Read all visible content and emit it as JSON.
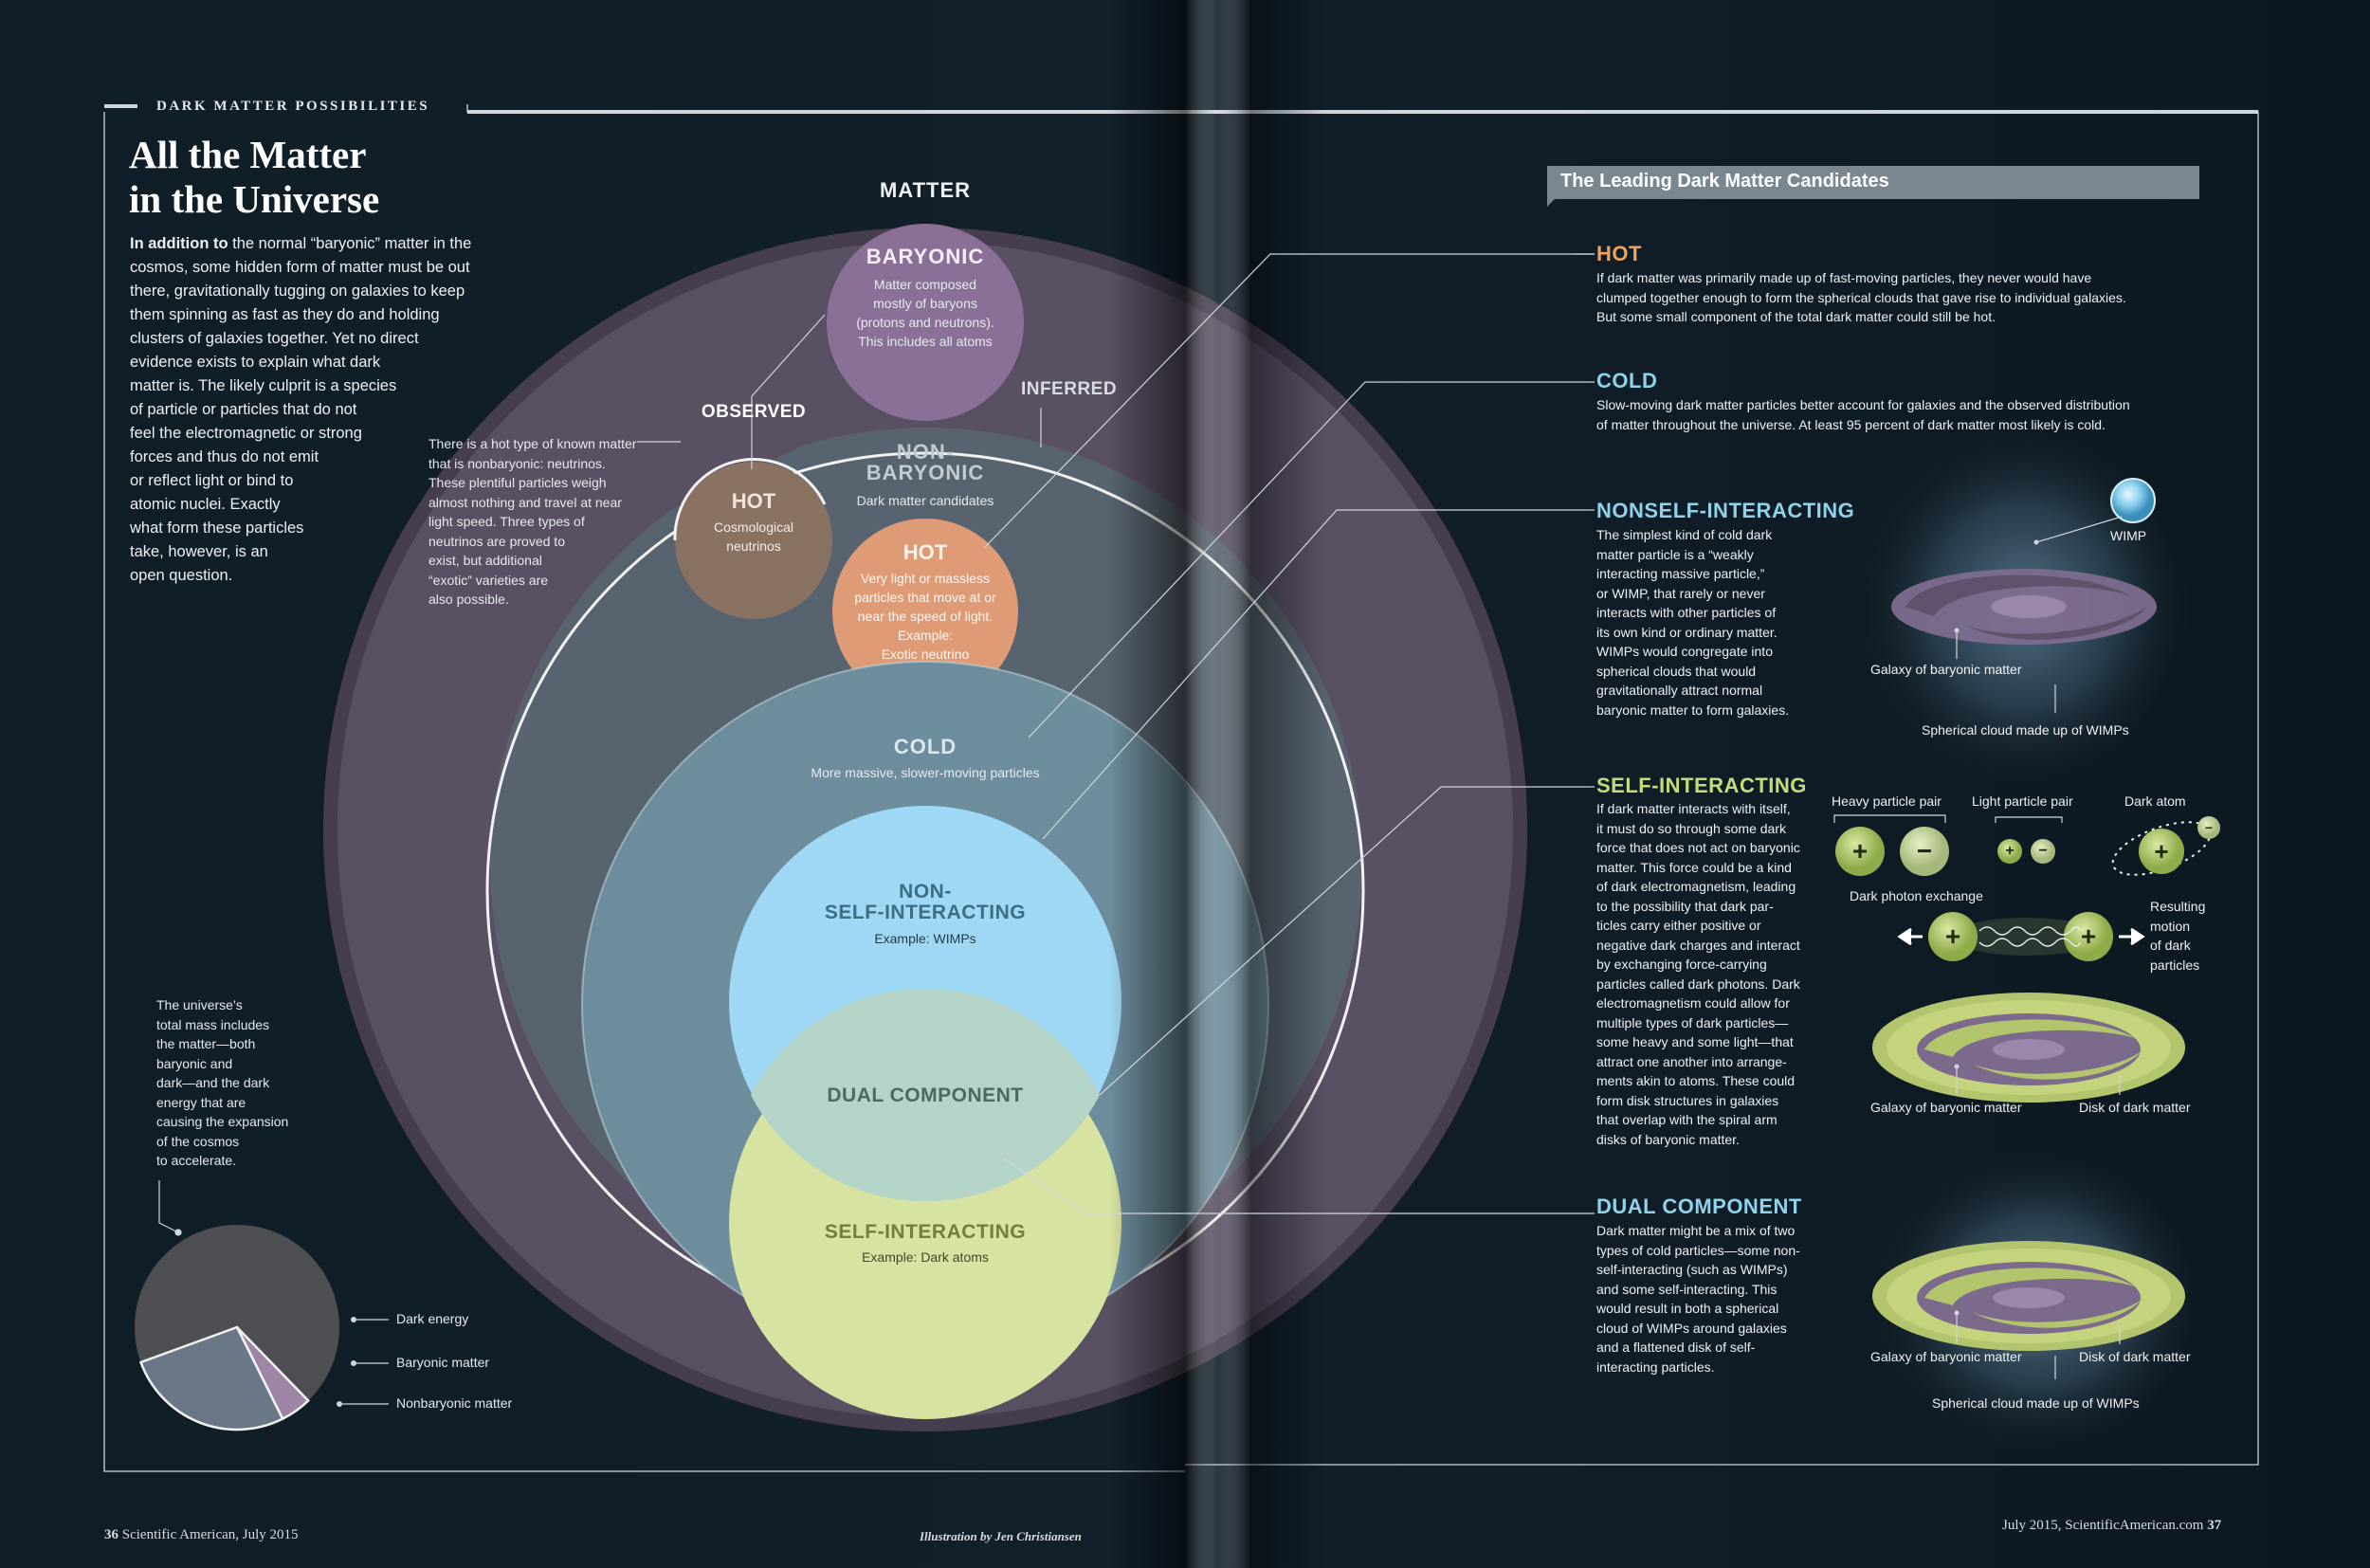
{
  "header": {
    "kicker": "DARK MATTER POSSIBILITIES",
    "title_line1": "All the Matter",
    "title_line2": "in the Universe"
  },
  "intro": {
    "lead": "In addition to",
    "lines": [
      "the normal “baryonic” matter in the",
      "cosmos, some hidden form of matter must be out",
      "there, gravitationally tugging on galaxies to keep",
      "them spinning as fast as they do and holding",
      "clusters of galaxies together. Yet no direct",
      "evidence exists to explain what dark",
      "matter is. The likely culprit is a species",
      "of particle or particles that do not",
      "feel the electromagnetic or strong",
      "forces and thus do not emit",
      "or reflect light or bind to",
      "atomic nuclei. Exactly",
      "what form these particles",
      "take, however, is an",
      "open question."
    ]
  },
  "venn": {
    "matter": "MATTER",
    "baryonic": {
      "title": "BARYONIC",
      "lines": [
        "Matter composed",
        "mostly of baryons",
        "(protons and neutrons).",
        "This includes all atoms"
      ]
    },
    "observed": "OBSERVED",
    "inferred": "INFERRED",
    "hot_known": {
      "title": "HOT",
      "lines": [
        "Cosmological",
        "neutrinos"
      ]
    },
    "neutrino_note": [
      "There is a hot type of known matter",
      "that is nonbaryonic: neutrinos.",
      "These plentiful particles weigh",
      "almost nothing and travel at near",
      "light speed. Three types of",
      "neutrinos are proved to",
      "exist, but additional",
      "“exotic” varieties are",
      "also possible."
    ],
    "nonbaryonic": {
      "line1": "NON-",
      "line2": "BARYONIC",
      "sub": "Dark matter candidates"
    },
    "hot_dm": {
      "title": "HOT",
      "lines": [
        "Very light or massless",
        "particles that move at or",
        "near the speed of light.",
        "Example:",
        "Exotic neutrino"
      ]
    },
    "cold": {
      "title": "COLD",
      "sub": "More massive, slower-moving particles"
    },
    "nonself": {
      "line1": "NON-",
      "line2": "SELF-INTERACTING",
      "sub": "Example: WIMPs"
    },
    "dual": "DUAL COMPONENT",
    "self": {
      "title": "SELF-INTERACTING",
      "sub": "Example: Dark atoms"
    }
  },
  "pie_note": [
    "The universe’s",
    "total mass includes",
    "the matter—both",
    "baryonic and",
    "dark—and the dark",
    "energy that are",
    "causing the expansion",
    "of the cosmos",
    "to accelerate."
  ],
  "chart_data": {
    "type": "pie",
    "slices": [
      {
        "name": "Dark energy",
        "value": 68.3
      },
      {
        "name": "Baryonic matter",
        "value": 4.9
      },
      {
        "name": "Nonbaryonic matter",
        "value": 26.8
      }
    ],
    "colors": [
      "#4d4f52",
      "#9d85a6",
      "#6a7786"
    ],
    "legend": "right"
  },
  "right_header": "The Leading Dark Matter Candidates",
  "candidates": {
    "hot": {
      "title": "HOT",
      "color": "#f0a35e",
      "lines": [
        "If dark matter was primarily made up of fast-moving particles, they never would have",
        "clumped together enough to form the spherical clouds that gave rise to individual galaxies.",
        "But some small component of the total dark matter could still be hot."
      ]
    },
    "cold": {
      "title": "COLD",
      "color": "#8ed3ea",
      "lines": [
        "Slow-moving dark matter particles better account for galaxies and the observed distribution",
        "of matter throughout the universe. At least 95 percent of dark matter most likely is cold."
      ]
    },
    "nonself": {
      "title": "NONSELF-INTERACTING",
      "color": "#8ed3ea",
      "lines": [
        "The simplest kind of cold dark",
        "matter particle is a “weakly",
        "interacting massive particle,”",
        "or WIMP, that rarely or never",
        "interacts with other particles of",
        "its own kind or ordinary matter.",
        "WIMPs would congregate into",
        "spherical clouds that would",
        "gravitationally attract normal",
        "baryonic matter to form galaxies."
      ]
    },
    "self": {
      "title": "SELF-INTERACTING",
      "color": "#c6db7b",
      "lines": [
        "If dark matter interacts with itself,",
        "it must do so through some dark",
        "force that does not act on baryonic",
        "matter. This force could be a kind",
        "of dark electromagnetism, leading",
        "to the possibility that dark par-",
        "ticles carry either positive or",
        "negative dark charges and interact",
        "by exchanging force-carrying",
        "particles called dark photons. Dark",
        "electromagnetism could allow for",
        "multiple types of dark particles—",
        "some heavy and some light—that",
        "attract one another into arrange-",
        "ments akin to atoms. These could",
        "form disk structures in galaxies",
        "that overlap with the spiral arm",
        "disks of baryonic matter."
      ]
    },
    "dual": {
      "title": "DUAL COMPONENT",
      "color": "#8ed3ea",
      "lines": [
        "Dark matter might be a mix of two",
        "types of cold particles—some non-",
        "self-interacting (such as WIMPs)",
        "and some self-interacting. This",
        "would result in both a spherical",
        "cloud of WIMPs around galaxies",
        "and a flattened disk of self-",
        "interacting particles."
      ]
    }
  },
  "illus": {
    "wimp": "WIMP",
    "galaxy_baryonic": "Galaxy of baryonic matter",
    "spherical_cloud": "Spherical cloud made up of WIMPs",
    "heavy_pair": "Heavy particle pair",
    "light_pair": "Light particle pair",
    "dark_atom": "Dark atom",
    "dark_photon": "Dark photon exchange",
    "resulting_lines": [
      "Resulting",
      "motion",
      "of dark",
      "particles"
    ],
    "disk_dark": "Disk of dark matter",
    "plus": "+",
    "minus": "−"
  },
  "footer": {
    "left_page": "36",
    "left_pub": "Scientific American, July 2015",
    "credit": "Illustration by Jen Christiansen",
    "right_pub": "July 2015, ScientificAmerican.com",
    "right_page": "37"
  }
}
